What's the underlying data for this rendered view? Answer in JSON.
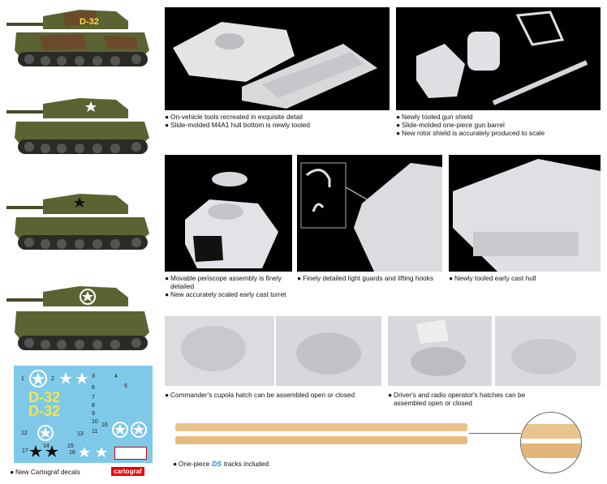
{
  "captions": {
    "hull": [
      "On-vehicle tools recreated in exquisite detail",
      "Slide-molded M4A1 hull bottom is newly tooled"
    ],
    "gun": [
      "Newly tooled gun shield",
      "Slide-molded one-piece gun barrel",
      "New rotor shield is accurately produced to scale"
    ],
    "turret": [
      "Movable periscope assembly is finely detailed",
      "New accurately scaled early cast turret"
    ],
    "guards": [
      "Finely detailed light guards and lifting hooks"
    ],
    "rear": [
      "Newly tooled early cast hull"
    ],
    "cupola": [
      "Commander's cupola hatch can be assembled open or closed"
    ],
    "hatches": [
      "Driver's and radio operator's hatches can be assembled open or closed"
    ],
    "tracks": {
      "before": "One-piece",
      "logo": "DS",
      "after": "tracks included"
    },
    "decals": "New Cartograf decals",
    "cartograf_logo": "cartograf"
  },
  "tanks": [
    {
      "marking": "D-32"
    },
    {
      "marking": ""
    },
    {
      "marking": ""
    },
    {
      "marking": ""
    }
  ],
  "decal_sheet": {
    "numbers": [
      "1",
      "2",
      "3",
      "4",
      "5",
      "6",
      "7",
      "8",
      "9",
      "10",
      "11",
      "12",
      "13",
      "14",
      "15",
      "16",
      "17",
      "18"
    ],
    "markings": [
      "D-32",
      "D-32"
    ]
  },
  "colors": {
    "olive": "#5b6332",
    "brown": "#6a4a2a",
    "decal_bg": "#7ec8e8",
    "decal_yellow": "#f5e34a",
    "photo_bg": "#000000",
    "track_tan": "#e9c48c"
  }
}
